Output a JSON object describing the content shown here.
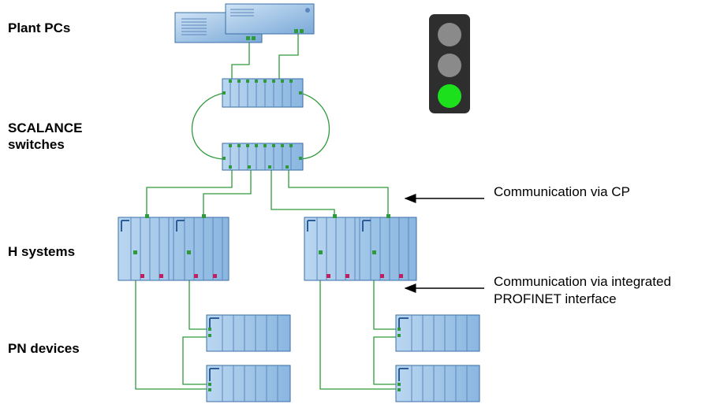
{
  "labels": {
    "plant_pcs": "Plant PCs",
    "scalance_line1": "SCALANCE",
    "scalance_line2": "switches",
    "h_systems": "H systems",
    "pn_devices": "PN devices"
  },
  "annotations": {
    "cp": "Communication via CP",
    "integrated_line1": "Communication via integrated",
    "integrated_line2": "PROFINET interface"
  },
  "traffic_light": {
    "state": "green",
    "lamps": [
      "off",
      "off",
      "green"
    ]
  },
  "colors": {
    "link": "#2f9a3a",
    "module_fill": "#9cc3e6",
    "module_dark": "#4d7fb8",
    "lamp_off": "#8a8a8a",
    "lamp_green": "#1de01d",
    "housing": "#2e2e2e"
  }
}
